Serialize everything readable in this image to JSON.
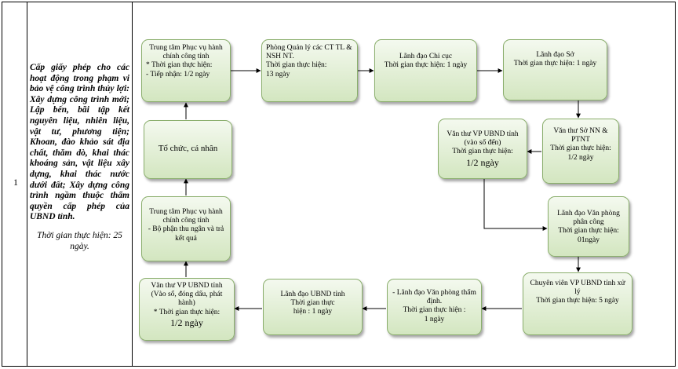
{
  "row": {
    "number": "1",
    "procedure_title": "Cấp giấy phép cho các hoạt động trong phạm vi bảo vệ công trình thủy lợi: Xây dựng công trình mới; Lập bến, bãi tập kết nguyên liệu, nhiên liệu, vật tư, phương tiện; Khoan, đào khảo sát địa chất, thăm dò, khai thác khoáng sản, vật liệu xây dựng, khai thác nước dưới đất; Xây dựng công trình ngầm thuộc thẩm quyền cấp phép của UBND tỉnh.",
    "total_time": "Thời gian thực hiện: 25 ngày."
  },
  "flow": {
    "box1": {
      "title": "Trung tâm Phục vụ hành chính công tỉnh",
      "lines": "* Thời gian thực hiện:\n- Tiếp nhận: 1/2 ngày"
    },
    "box2": {
      "title": "Phòng Quản lý các CT TL & NSH NT.",
      "lines": "Thời gian thực hiện:\n13 ngày"
    },
    "box3": {
      "title": "Lãnh đạo Chi cục",
      "lines": "Thời gian thực hiện: 1 ngày"
    },
    "box4": {
      "title": "Lãnh đạo Sở",
      "lines": "Thời gian thực hiện: 1 ngày"
    },
    "box5": {
      "title": "Văn thư Sở NN & PTNT",
      "lines": "Thời gian thực hiện:\n1/2 ngày"
    },
    "box6": {
      "title": "Văn thư VP UBND tỉnh (vào sổ đến)",
      "lines": "Thời gian thực hiện:",
      "time_big": "1/2 ngày"
    },
    "box7": {
      "title": "Lãnh đạo Văn phòng phân công",
      "lines": "Thời gian thực hiện:\n01ngày"
    },
    "box8": {
      "title": "Chuyên viên VP UBND tỉnh xử lý",
      "lines": "Thời gian thực hiện: 5 ngày"
    },
    "box9": {
      "title": "- Lãnh đạo Văn phòng thẩm định.",
      "lines": "Thời gian thực hiện :\n1 ngày"
    },
    "box10": {
      "title": "Lãnh đạo UBND tỉnh",
      "lines": "Thời gian thực\nhiện : 1 ngày"
    },
    "box11": {
      "title": "Văn thư VP UBND tỉnh (Vào sổ, đóng dấu, phát hành)",
      "lines": "* Thời gian thực hiện:",
      "time_big": "1/2 ngày"
    },
    "box12": {
      "title": "Trung tâm Phục vụ hành chính công tỉnh",
      "lines": "- Bộ phận thu ngân và trả kết quả"
    },
    "box13": {
      "title": "Tổ chức, cá nhân"
    }
  },
  "colors": {
    "box_border": "#8aae6c",
    "box_fill_top": "#f4f9ef",
    "box_fill_bottom": "#d3e6c0",
    "line": "#000000"
  }
}
